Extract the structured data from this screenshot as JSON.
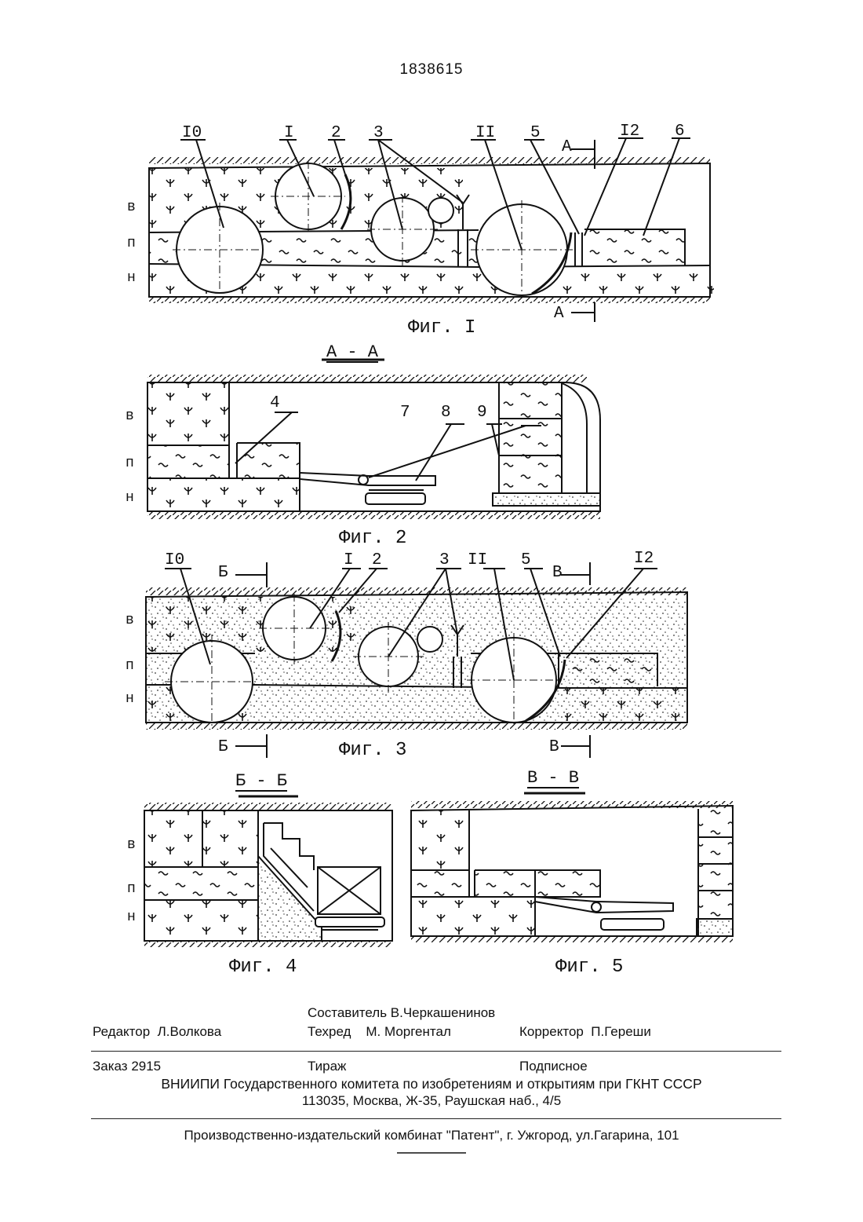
{
  "document": {
    "patent_number": "1838615"
  },
  "figures": {
    "fig1": {
      "caption": "Фиг. I",
      "layers": [
        "в",
        "п",
        "н"
      ],
      "callouts": [
        "I0",
        "I",
        "2",
        "3",
        "II",
        "5",
        "I2",
        "6"
      ],
      "section_marks": [
        "А",
        "А"
      ]
    },
    "fig2": {
      "caption": "Фиг. 2",
      "section_title": "А - А",
      "layers": [
        "в",
        "п",
        "н"
      ],
      "callouts": [
        "4",
        "7",
        "8",
        "9"
      ]
    },
    "fig3": {
      "caption": "Фиг. 3",
      "layers": [
        "в",
        "п",
        "н"
      ],
      "callouts": [
        "I0",
        "I",
        "2",
        "3",
        "II",
        "5",
        "I2"
      ],
      "section_marks": [
        "Б",
        "В",
        "Б",
        "В"
      ]
    },
    "fig4": {
      "caption": "Фиг. 4",
      "section_title": "Б - Б",
      "layers": [
        "в",
        "п",
        "н"
      ]
    },
    "fig5": {
      "caption": "Фиг. 5",
      "section_title": "В - В"
    }
  },
  "imprint": {
    "compiler": "Составитель В.Черкашенинов",
    "editor": "Редактор  Л.Волкова",
    "techred": "Техред    М. Моргентал",
    "corrector": "Корректор  П.Гереши",
    "order": "Заказ 2915",
    "circulation": "Тираж",
    "subscription": "Подписное",
    "org": "ВНИИПИ Государственного комитета по изобретениям и открытиям при ГКНТ СССР",
    "address": "113035, Москва, Ж-35, Раушская наб., 4/5",
    "publisher": "Производственно-издательский комбинат \"Патент\", г. Ужгород, ул.Гагарина, 101"
  }
}
